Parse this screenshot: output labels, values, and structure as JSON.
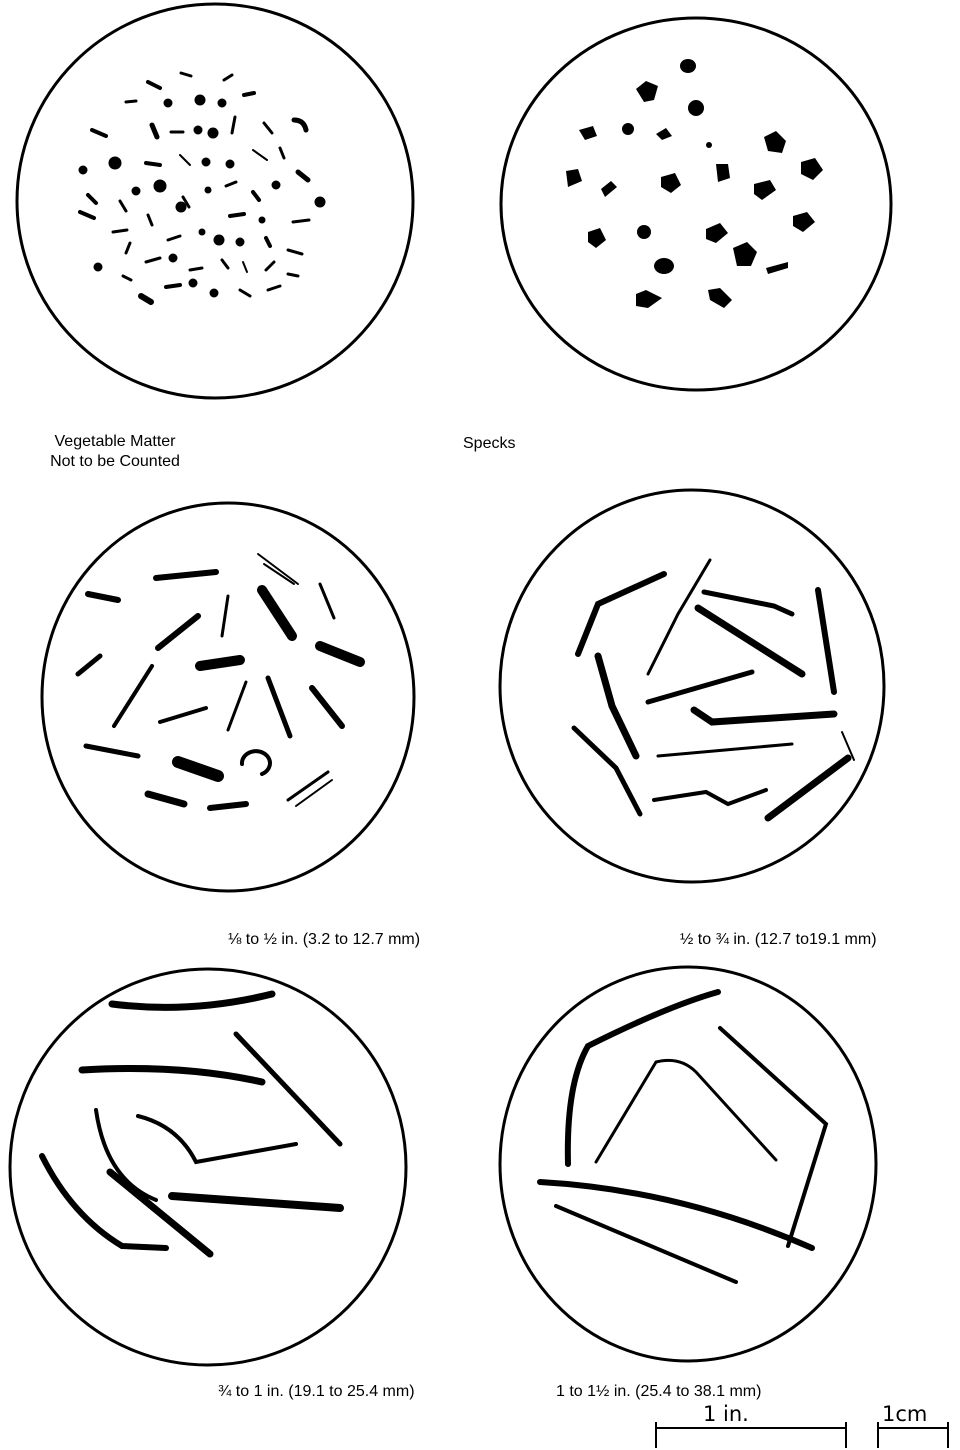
{
  "panels": [
    {
      "caption_lines": [
        "Vegetable Matter",
        "Not to be Counted"
      ]
    },
    {
      "caption_lines": [
        "Specks"
      ]
    },
    {
      "caption_lines": [
        "⅛ to ½ in. (3.2 to 12.7 mm)"
      ]
    },
    {
      "caption_lines": [
        "½ to ¾  in. (12.7 to19.1 mm)"
      ]
    },
    {
      "caption_lines": [
        "¾ to 1 in. (19.1 to 25.4 mm)"
      ]
    },
    {
      "caption_lines": [
        "1 to 1½ in. (25.4 to 38.1 mm)"
      ]
    }
  ],
  "scale_bars": {
    "inch_label": "1 in.",
    "cm_label": "1cm"
  },
  "ink_color": "#000000"
}
